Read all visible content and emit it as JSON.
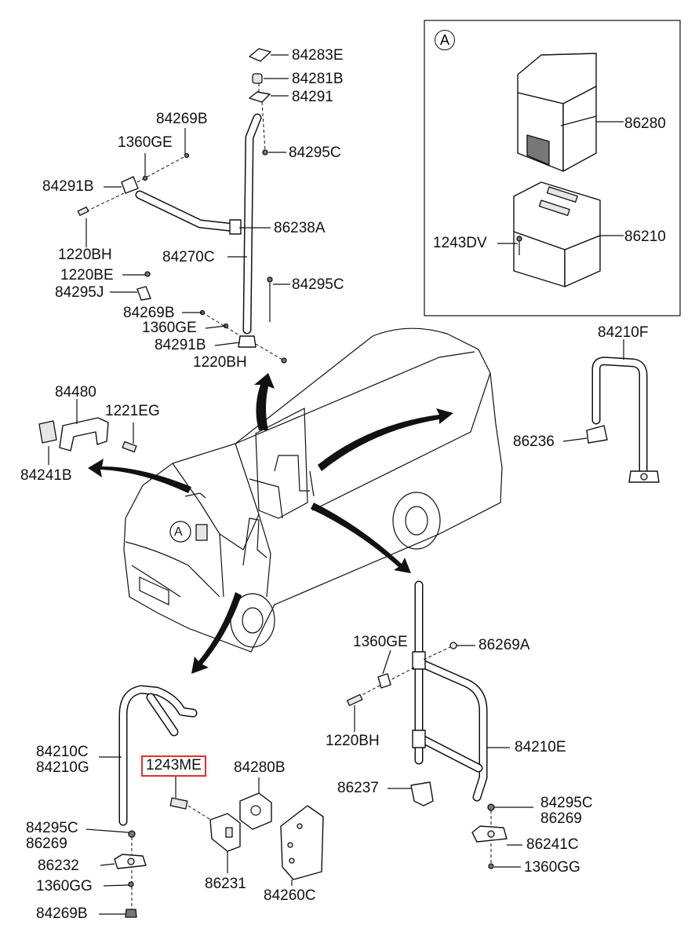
{
  "parts": {
    "p84283E": "84283E",
    "p84281B": "84281B",
    "p84291": "84291",
    "p84269B_top": "84269B",
    "p1360GE_top": "1360GE",
    "p84295C_top": "84295C",
    "p84291B_top": "84291B",
    "p86238A": "86238A",
    "p1220BH_top": "1220BH",
    "p84270C": "84270C",
    "p1220BE": "1220BE",
    "p84295J": "84295J",
    "p84295C_mid": "84295C",
    "p84269B_mid": "84269B",
    "p1360GE_mid": "1360GE",
    "p84291B_mid": "84291B",
    "p1220BH_mid": "1220BH",
    "p86280": "86280",
    "p1243DV": "1243DV",
    "p86210": "86210",
    "p84210F": "84210F",
    "p86236": "86236",
    "p84480": "84480",
    "p1221EG": "1221EG",
    "p84241B": "84241B",
    "p1360GE_right": "1360GE",
    "p86269A": "86269A",
    "p1220BH_right": "1220BH",
    "p84210E": "84210E",
    "p86237": "86237",
    "p84295C_right": "84295C",
    "p86269_right": "86269",
    "p86241C": "86241C",
    "p1360GG_right": "1360GG",
    "p84210C": "84210C",
    "p84210G": "84210G",
    "p1243ME": "1243ME",
    "p84280B": "84280B",
    "p84295C_left": "84295C",
    "p86269_left": "86269",
    "p86232": "86232",
    "p1360GG_left": "1360GG",
    "p84269B_left": "84269B",
    "p86231": "86231",
    "p84260C": "84260C"
  },
  "detail_callout": "A",
  "vehicle_callout": "A",
  "highlight_color": "#e03030"
}
